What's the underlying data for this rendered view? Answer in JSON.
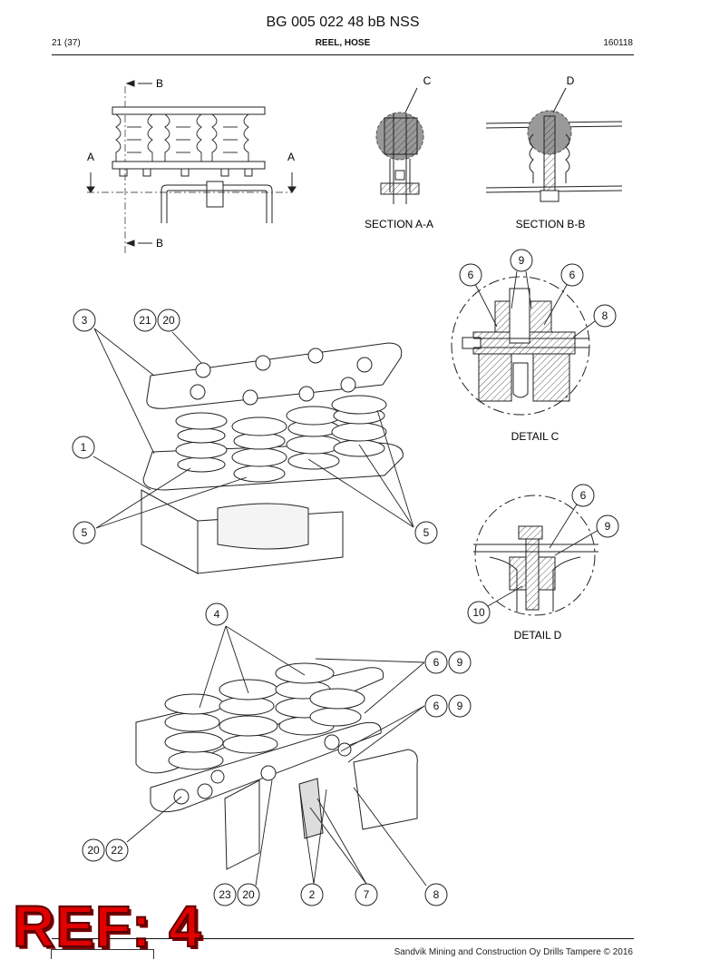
{
  "header": {
    "doc_title": "BG 005 022 48 bB NSS",
    "page": "21 (37)",
    "section": "REEL, HOSE",
    "date_code": "160118"
  },
  "views": {
    "section_aa": "SECTION A-A",
    "section_bb": "SECTION B-B",
    "detail_c": "DETAIL C",
    "detail_d": "DETAIL D",
    "cut_a": "A",
    "cut_b": "B",
    "cut_c": "C",
    "cut_d": "D"
  },
  "callouts": {
    "top_detail_c": [
      "9",
      "6",
      "6",
      "8"
    ],
    "top_detail_d": [
      "6",
      "9",
      "10"
    ],
    "assembly_upper": [
      "3",
      "21",
      "20",
      "1",
      "5",
      "5"
    ],
    "assembly_lower": [
      "4",
      "6",
      "9",
      "6",
      "9",
      "20",
      "22",
      "23",
      "20",
      "2",
      "7",
      "8"
    ]
  },
  "stamp": {
    "text": "REF: 4",
    "color": "#e00000"
  },
  "footer": {
    "copyright": "Sandvik Mining and Construction Oy Drills Tampere © 2016"
  }
}
